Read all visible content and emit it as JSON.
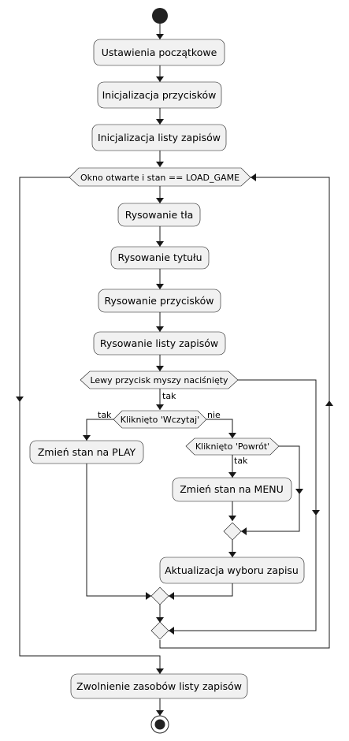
{
  "activities": {
    "init_settings": "Ustawienia początkowe",
    "init_buttons": "Inicjalizacja przycisków",
    "init_saves": "Inicjalizacja listy zapisów",
    "draw_bg": "Rysowanie tła",
    "draw_title": "Rysowanie tytułu",
    "draw_buttons": "Rysowanie przycisków",
    "draw_saves": "Rysowanie listy zapisów",
    "set_play": "Zmień stan na PLAY",
    "set_menu": "Zmień stan na MENU",
    "update_selection": "Aktualizacja wyboru zapisu",
    "free_saves": "Zwolnienie zasobów listy zapisów"
  },
  "conditions": {
    "loop": "Okno otwarte i stan == LOAD_GAME",
    "mouse": "Lewy przycisk myszy naciśnięty",
    "load_clicked": "Kliknięto 'Wczytaj'",
    "back_clicked": "Kliknięto 'Powrót'"
  },
  "branch_labels": {
    "mouse_yes": "tak",
    "load_yes": "tak",
    "load_no": "nie",
    "back_yes": "tak"
  }
}
